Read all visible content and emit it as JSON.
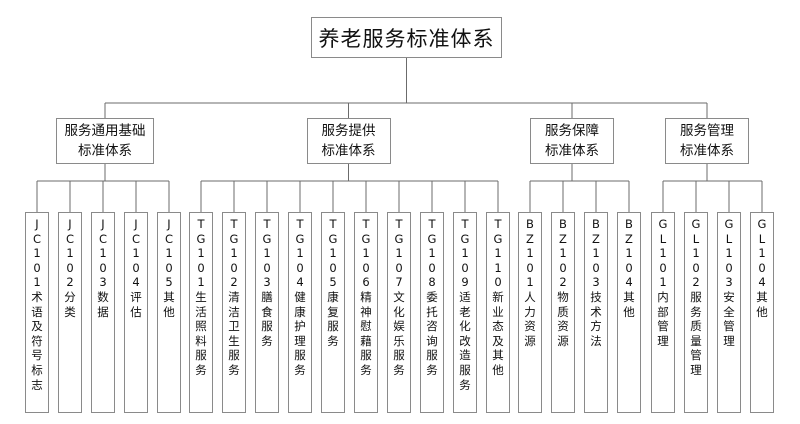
{
  "diagram": {
    "title": "养老服务标准体系",
    "root": {
      "label": "养老服务标准体系"
    },
    "branches": [
      {
        "id": "JC",
        "label": "服务通用基础\n标准体系",
        "label_line1": "服务通用基础",
        "label_line2": "标准体系",
        "children": [
          {
            "code": "JC101",
            "name": "术语及符号标志"
          },
          {
            "code": "JC102",
            "name": "分类"
          },
          {
            "code": "JC103",
            "name": "数据"
          },
          {
            "code": "JC104",
            "name": "评估"
          },
          {
            "code": "JC105",
            "name": "其他"
          }
        ]
      },
      {
        "id": "TG",
        "label": "服务提供\n标准体系",
        "label_line1": "服务提供",
        "label_line2": "标准体系",
        "children": [
          {
            "code": "TG101",
            "name": "生活照料服务"
          },
          {
            "code": "TG102",
            "name": "清洁卫生服务"
          },
          {
            "code": "TG103",
            "name": "膳食服务"
          },
          {
            "code": "TG104",
            "name": "健康护理服务"
          },
          {
            "code": "TG105",
            "name": "康复服务"
          },
          {
            "code": "TG106",
            "name": "精神慰藉服务"
          },
          {
            "code": "TG107",
            "name": "文化娱乐服务"
          },
          {
            "code": "TG108",
            "name": "委托咨询服务"
          },
          {
            "code": "TG109",
            "name": "适老化改造服务"
          },
          {
            "code": "TG110",
            "name": "新业态及其他"
          }
        ]
      },
      {
        "id": "BZ",
        "label": "服务保障\n标准体系",
        "label_line1": "服务保障",
        "label_line2": "标准体系",
        "children": [
          {
            "code": "BZ101",
            "name": "人力资源"
          },
          {
            "code": "BZ102",
            "name": "物质资源"
          },
          {
            "code": "BZ103",
            "name": "技术方法"
          },
          {
            "code": "BZ104",
            "name": "其他"
          }
        ]
      },
      {
        "id": "GL",
        "label": "服务管理\n标准体系",
        "label_line1": "服务管理",
        "label_line2": "标准体系",
        "children": [
          {
            "code": "GL101",
            "name": "内部管理"
          },
          {
            "code": "GL102",
            "name": "服务质量管理"
          },
          {
            "code": "GL103",
            "name": "安全管理"
          },
          {
            "code": "GL104",
            "name": "其他"
          }
        ]
      }
    ],
    "colors": {
      "box_border": "#8a8a8a",
      "connector": "#6b6b6b",
      "text": "#111111",
      "background": "#ffffff"
    }
  }
}
